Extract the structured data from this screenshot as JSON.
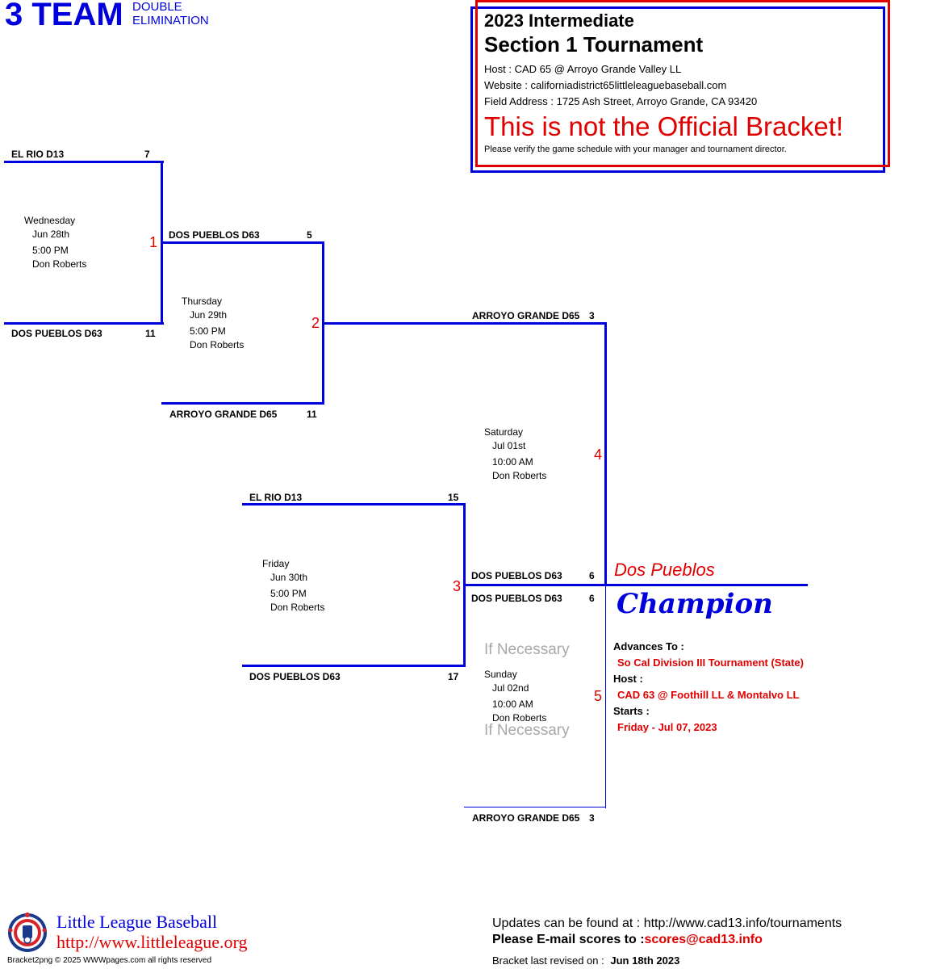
{
  "header": {
    "big": "3 TEAM",
    "sub1": "DOUBLE",
    "sub2": "ELIMINATION"
  },
  "info": {
    "year_line": "2023 Intermediate",
    "title": "Section 1 Tournament",
    "host": "Host : CAD 65 @ Arroyo Grande Valley LL",
    "website": "Website : californiadistrict65littleleaguebaseball.com",
    "address": "Field Address : 1725 Ash Street, Arroyo Grande, CA 93420",
    "warning": "This is not the Official Bracket!",
    "verify": "Please verify the game schedule with your manager and tournament director."
  },
  "game1": {
    "num": "1",
    "top_team": "EL RIO D13",
    "top_score": "7",
    "bottom_team": "DOS PUEBLOS D63",
    "bottom_score": "11",
    "day": "Wednesday",
    "date": "Jun 28th",
    "time": "5:00 PM",
    "field": "Don Roberts"
  },
  "game2": {
    "num": "2",
    "top_team": "DOS PUEBLOS D63",
    "top_score": "5",
    "bottom_team": "ARROYO GRANDE D65",
    "bottom_score": "11",
    "day": "Thursday",
    "date": "Jun 29th",
    "time": "5:00 PM",
    "field": "Don Roberts"
  },
  "game3": {
    "num": "3",
    "top_team": "EL RIO D13",
    "top_score": "15",
    "bottom_team": "DOS PUEBLOS D63",
    "bottom_score": "17",
    "day": "Friday",
    "date": "Jun 30th",
    "time": "5:00 PM",
    "field": "Don Roberts"
  },
  "game4": {
    "num": "4",
    "top_team": "ARROYO GRANDE D65",
    "top_score": "3",
    "bottom_team": "DOS PUEBLOS D63",
    "bottom_score": "6",
    "day": "Saturday",
    "date": "Jul 01st",
    "time": "10:00 AM",
    "field": "Don Roberts"
  },
  "game5": {
    "num": "5",
    "top_team": "DOS PUEBLOS D63",
    "top_score": "6",
    "bottom_team": "ARROYO GRANDE D65",
    "bottom_score": "3",
    "day": "Sunday",
    "date": "Jul 02nd",
    "time": "10:00 AM",
    "field": "Don Roberts",
    "if_necessary": "If Necessary"
  },
  "champion": {
    "name": "Dos Pueblos",
    "label": "Champion"
  },
  "advances": {
    "to_label": "Advances To :",
    "to_value": "So Cal Division III Tournament (State)",
    "host_label": "Host :",
    "host_value": "CAD 63 @ Foothill LL & Montalvo LL",
    "starts_label": "Starts :",
    "starts_value": "Friday - Jul 07, 2023"
  },
  "footer": {
    "ll_name": "Little League Baseball",
    "ll_url": "http://www.littleleague.org",
    "copyright": "Bracket2png © 2025 WWWpages.com all rights reserved",
    "updates": "Updates can be found at : http://www.cad13.info/tournaments",
    "email_prefix": "Please E-mail scores to :",
    "email": "scores@cad13.info",
    "revised_label": "Bracket last revised on :",
    "revised_date": "Jun 18th 2023"
  },
  "colors": {
    "line": "#0000dd",
    "accent_red": "#e00000",
    "header_blue": "#0000dd"
  }
}
